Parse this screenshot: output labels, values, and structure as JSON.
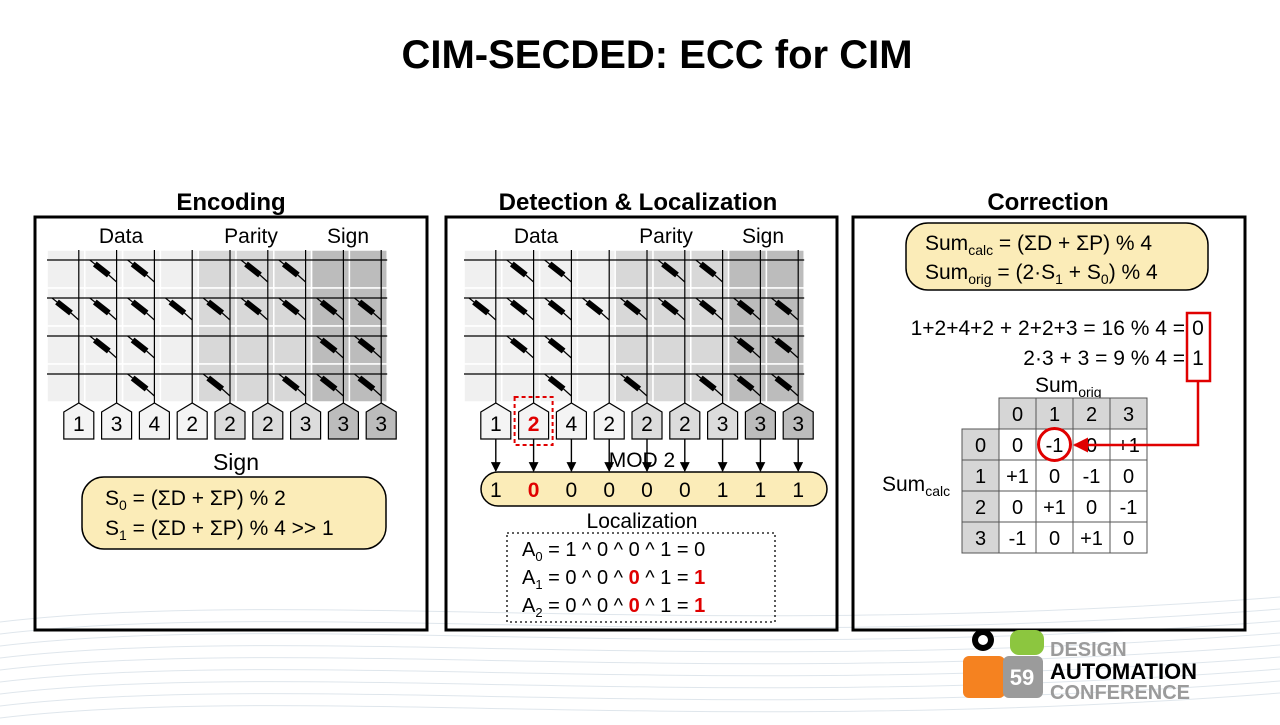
{
  "slide": {
    "title": "CIM-SECDED: ECC for CIM",
    "colors": {
      "cell_data": "#f0f0f0",
      "cell_parity": "#d8d8d8",
      "cell_sign": "#bcbcbc",
      "cell_grid": "#ffffff",
      "callout_fill": "#fbecb8",
      "highlight_red": "#e00000",
      "panel_border": "#000000"
    }
  },
  "encoding": {
    "title": "Encoding",
    "label_data": "Data",
    "label_parity": "Parity",
    "label_sign": "Sign",
    "column_sums": [
      "1",
      "3",
      "4",
      "2",
      "2",
      "2",
      "3",
      "3",
      "3"
    ],
    "sign_label": "Sign",
    "formula_s0_main": "S",
    "formula_s0_sub": "0",
    "formula_s0_rest": " = (ΣD + ΣP) % 2",
    "formula_s1_main": "S",
    "formula_s1_sub": "1",
    "formula_s1_rest": " = (ΣD + ΣP) % 4 >> 1"
  },
  "detection": {
    "title": "Detection & Localization",
    "label_data": "Data",
    "label_parity": "Parity",
    "label_sign": "Sign",
    "column_sums": [
      "1",
      "2",
      "4",
      "2",
      "2",
      "2",
      "3",
      "3",
      "3"
    ],
    "error_column_index": 1,
    "mod_label": "MOD 2",
    "mod_values": [
      "1",
      "0",
      "0",
      "0",
      "0",
      "0",
      "1",
      "1",
      "1"
    ],
    "localization_label": "Localization",
    "equations": [
      {
        "var": "A",
        "sub": "0",
        "terms": "= 1 ^ 0 ^ 0 ^ 1 = 0",
        "red_term": "",
        "prefix": "",
        "suffix": "",
        "result": "",
        "result_red": false
      },
      {
        "var": "A",
        "sub": "1",
        "prefix": "= 0 ^ 0 ^ ",
        "red_term": "0",
        "suffix": " ^ 1 = ",
        "result": "1",
        "result_red": true
      },
      {
        "var": "A",
        "sub": "2",
        "prefix": "= 0 ^ 0 ^ ",
        "red_term": "0",
        "suffix": " ^ 1 = ",
        "result": "1",
        "result_red": true
      }
    ]
  },
  "correction": {
    "title": "Correction",
    "calc_main": "Sum",
    "calc_sub": "calc",
    "calc_rest": " = (ΣD + ΣP) % 4",
    "orig_main": "Sum",
    "orig_sub": "orig",
    "orig_rest_a": " = (2·S",
    "orig_rest_sub": "1",
    "orig_rest_b": " + S",
    "orig_rest_sub2": "0",
    "orig_rest_c": ") % 4",
    "line1_text": "1+2+4+2 + 2+2+3 = 16 % 4 =",
    "line1_result": "0",
    "line2_text": "2·3 + 3 = 9 % 4 =",
    "line2_result": "1",
    "table_col_label_main": "Sum",
    "table_col_label_sub": "orig",
    "table_row_label_main": "Sum",
    "table_row_label_sub": "calc",
    "col_headers": [
      "0",
      "1",
      "2",
      "3"
    ],
    "row_headers": [
      "0",
      "1",
      "2",
      "3"
    ],
    "table": [
      [
        "0",
        "-1",
        "0",
        "+1"
      ],
      [
        "+1",
        "0",
        "-1",
        "0"
      ],
      [
        "0",
        "+1",
        "0",
        "-1"
      ],
      [
        "-1",
        "0",
        "+1",
        "0"
      ]
    ],
    "highlight_cell": [
      0,
      1
    ]
  },
  "logo": {
    "number": "59",
    "line1": "DESIGN",
    "line2": "AUTOMATION",
    "line3": "CONFERENCE"
  }
}
